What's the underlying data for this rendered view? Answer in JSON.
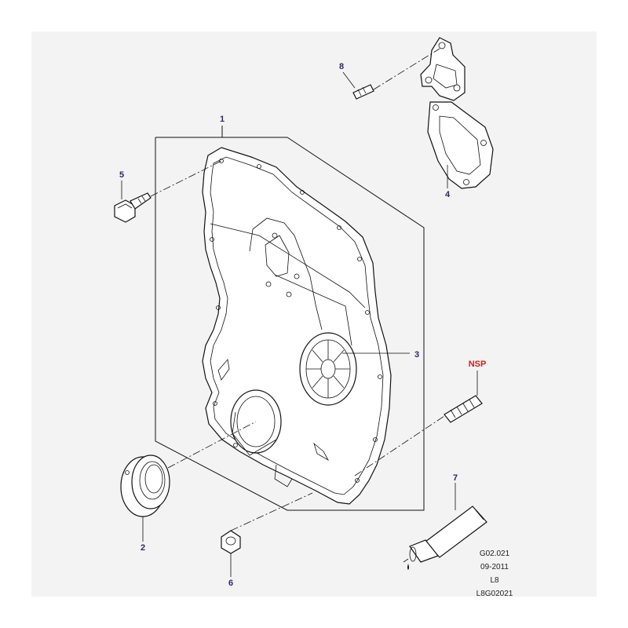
{
  "callouts": {
    "c1": "1",
    "c2": "2",
    "c3": "3",
    "c4": "4",
    "c5": "5",
    "c6": "6",
    "c7": "7",
    "c8": "8",
    "nsp": "NSP"
  },
  "reference": {
    "line1": "G02.021",
    "line2": "09-2011",
    "line3": "L8",
    "line4": "L8G02021"
  },
  "colors": {
    "panel_background": "#f3f3f3",
    "callout_text": "#2a2a6a",
    "nsp_text": "#c8201e",
    "linework": "#111111"
  }
}
